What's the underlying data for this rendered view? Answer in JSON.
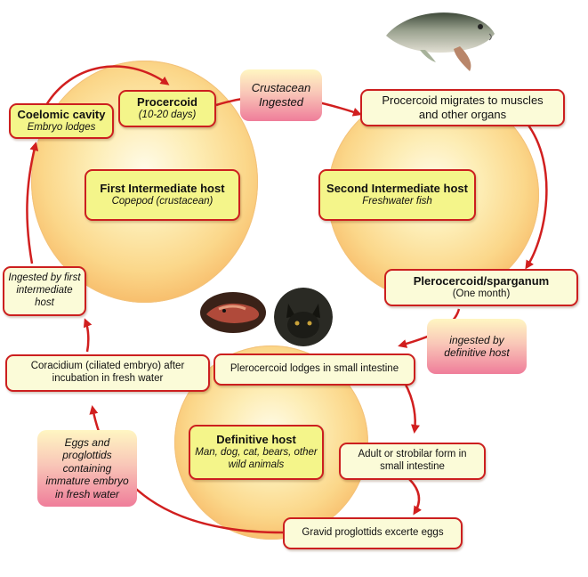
{
  "hosts": {
    "first": {
      "title": "First Intermediate host",
      "subtitle": "Copepod (crustacean)"
    },
    "second": {
      "title": "Second Intermediate host",
      "subtitle": "Freshwater fish"
    },
    "definitive": {
      "title": "Definitive host",
      "subtitle_line1": "Man, dog, cat, bears, other",
      "subtitle_line2": "wild animals"
    }
  },
  "stages": {
    "procercoid": {
      "title": "Procercoid",
      "subtitle": "(10-20 days)"
    },
    "coelomic": {
      "title": "Coelomic cavity",
      "subtitle": "Embryo lodges"
    },
    "migrates": {
      "line1": "Procercoid migrates to muscles",
      "line2": "and other organs"
    },
    "plerocercoid": {
      "title": "Plerocercoid/sparganum",
      "subtitle": "(One month)"
    },
    "lodges": {
      "text": "Plerocercoid lodges in small intestine"
    },
    "adult": {
      "line1": "Adult or strobilar form in",
      "line2": "small intestine"
    },
    "gravid": {
      "text": "Gravid proglottids excerte eggs"
    },
    "coracidium": {
      "line1": "Coracidium (ciliated embryo) after",
      "line2": "incubation in fresh water"
    },
    "ingested_first": {
      "line1": "Ingested by first",
      "line2": "intermediate",
      "line3": "host"
    }
  },
  "transitions": {
    "crustacean": {
      "line1": "Crustacean",
      "line2": "Ingested"
    },
    "definitive": {
      "line1": "ingested by",
      "line2": "definitive host"
    },
    "eggs": {
      "line1": "Eggs and",
      "line2": "proglottids",
      "line3": "containing",
      "line4": "immature embryo",
      "line5": "in fresh water"
    }
  },
  "colors": {
    "arrow": "#d11f1f",
    "box_border": "#cc1f1f",
    "box_fill": "#fbfbd8",
    "host_fill": "#f4f58a"
  },
  "icons": [
    "fish-photo",
    "dog-photo",
    "cat-photo"
  ]
}
